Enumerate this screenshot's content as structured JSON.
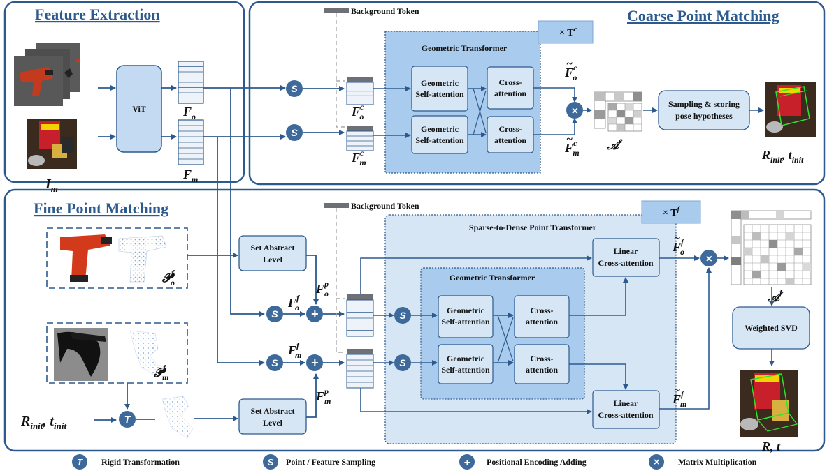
{
  "sections": {
    "feature_extraction": "Feature Extraction",
    "coarse_point_matching": "Coarse Point Matching",
    "fine_point_matching": "Fine Point Matching"
  },
  "blocks": {
    "vit": "ViT",
    "geometric_transformer": "Geometric Transformer",
    "geo_self_attn_1": "Geometric",
    "geo_self_attn_2": "Self-attention",
    "cross_attn_1": "Cross-",
    "cross_attn_2": "attention",
    "sampling_1": "Sampling & scoring",
    "sampling_2": "pose hypotheses",
    "set_abstract_1": "Set Abstract",
    "set_abstract_2": "Level",
    "sparse_to_dense": "Sparse-to-Dense Point Transformer",
    "linear_1": "Linear",
    "linear_2": "Cross-attention",
    "weighted_svd": "Weighted SVD",
    "background_token": "Background Token"
  },
  "repeat": {
    "coarse": "× T",
    "coarse_sup": "c",
    "fine": "× T",
    "fine_sup": "f"
  },
  "symbols": {
    "F": "F",
    "I": "I",
    "A": "𝒜",
    "P": "𝓟",
    "sub_o": "o",
    "sub_m": "m",
    "sup_c": "c",
    "sup_f": "f",
    "sup_p": "p",
    "R": "R",
    "t": "t",
    "sub_init": "init",
    "comma": ", ",
    "tilde": "~"
  },
  "circles": {
    "sample": "S",
    "transform": "T",
    "add": "+",
    "mult": "×"
  },
  "legend": {
    "transform": "Rigid Transformation",
    "sample": "Point / Feature Sampling",
    "add": "Positional Encoding Adding",
    "mult": "Matrix Multiplication"
  },
  "colors": {
    "frame": "#2d5a8e",
    "block_fill": "#d6e6f5",
    "big_box_fill": "#a9cbee",
    "inner_box_fill": "#9cc1e8",
    "circle_fill": "#3d6a9a",
    "line": "#2d5a8e"
  }
}
